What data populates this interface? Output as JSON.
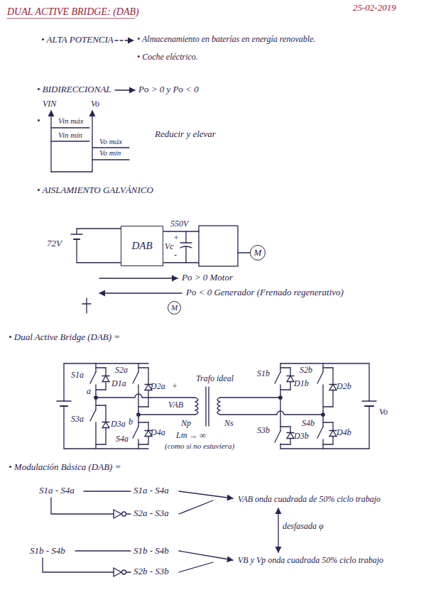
{
  "diagram": {
    "title": "DUAL ACTIVE BRIDGE: (DAB)",
    "nodes": [
      {
        "text": [
          "DAB"
        ]
      },
      {
        "text": [
          "M"
        ]
      },
      {
        "text": [
          "M"
        ]
      }
    ],
    "labels": [
      "25-02-2019",
      "• ALTA POTENCIA",
      "• Almacenamiento en baterías en energía renovable.",
      "• Coche eléctrico.",
      "• BIDIRECCIONAL",
      "Po > 0 y Po < 0",
      "VIN",
      "Vo",
      "•",
      "Vin máx",
      "Vin mín",
      "Vo máx",
      "Vo mín",
      "Reducir y elevar",
      "• AISLAMIENTO GALVÁNICO",
      "72V",
      "+",
      "550V",
      "Vc",
      "-",
      "Po > 0 Motor",
      "Po < 0 Generador (Frenado regenerativo)",
      "• Dual Active Bridge (DAB) =",
      "S1a",
      "D1a",
      "S2a",
      "D2a",
      "S3a",
      "D3a",
      "S4a",
      "D4a",
      "a",
      "b",
      "+",
      "VAB",
      "Np",
      "Lm → ∞",
      "(como si no estuviera)",
      "Trafo ideal",
      "Ns",
      "S1b",
      "D1b",
      "S2b",
      "D2b",
      "S3b",
      "D3b",
      "S4b",
      "D4b",
      "Vo",
      "• Modulación Básica (DAB) =",
      "S1a - S4a",
      "S1a - S4a",
      "S2a - S3a",
      "VAB onda cuadrada de 50% ciclo trabajo",
      "desfasada φ",
      "S1b - S4b",
      "S1b - S4b",
      "S2b - S3b",
      "VB y Vp onda cuadrada 50% ciclo trabajo"
    ]
  }
}
